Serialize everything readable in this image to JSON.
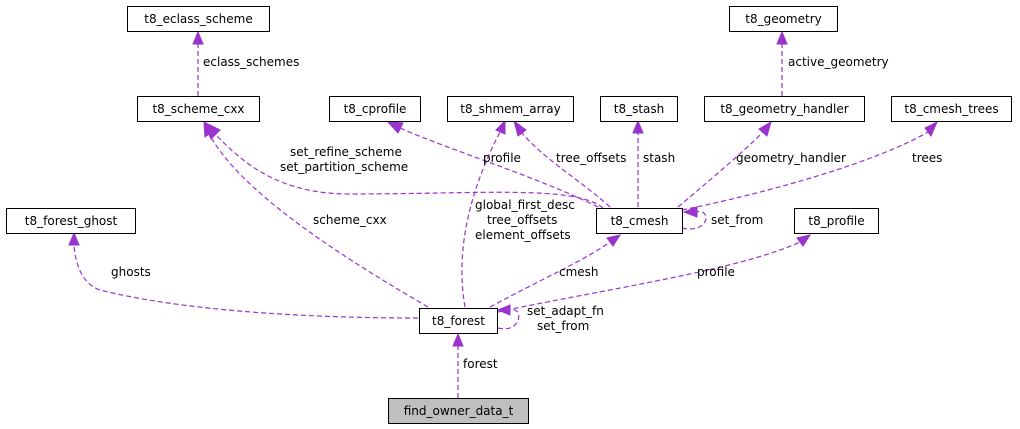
{
  "nodes": {
    "eclass_scheme": "t8_eclass_scheme",
    "geometry": "t8_geometry",
    "scheme_cxx": "t8_scheme_cxx",
    "cprofile": "t8_cprofile",
    "shmem_array": "t8_shmem_array",
    "stash": "t8_stash",
    "geometry_handler": "t8_geometry_handler",
    "cmesh_trees": "t8_cmesh_trees",
    "forest_ghost": "t8_forest_ghost",
    "cmesh": "t8_cmesh",
    "profile": "t8_profile",
    "forest": "t8_forest",
    "find_owner": "find_owner_data_t"
  },
  "edge_labels": {
    "eclass_schemes": "eclass_schemes",
    "active_geometry": "active_geometry",
    "set_refine_scheme": "set_refine_scheme",
    "set_partition_scheme": "set_partition_scheme",
    "profile_cmesh": "profile",
    "tree_offsets_cmesh": "tree_offsets",
    "stash": "stash",
    "geometry_handler": "geometry_handler",
    "trees": "trees",
    "scheme_cxx": "scheme_cxx",
    "global_first_desc": "global_first_desc",
    "tree_offsets_forest": "tree_offsets",
    "element_offsets": "element_offsets",
    "set_from_cmesh": "set_from",
    "ghosts": "ghosts",
    "cmesh": "cmesh",
    "profile_forest": "profile",
    "set_adapt_fn": "set_adapt_fn",
    "set_from_forest": "set_from",
    "forest": "forest"
  },
  "colors": {
    "edge": "#9a32cd",
    "node_border": "#000000",
    "node_fill": "#ffffff",
    "focus_fill": "#bfbfbf"
  }
}
